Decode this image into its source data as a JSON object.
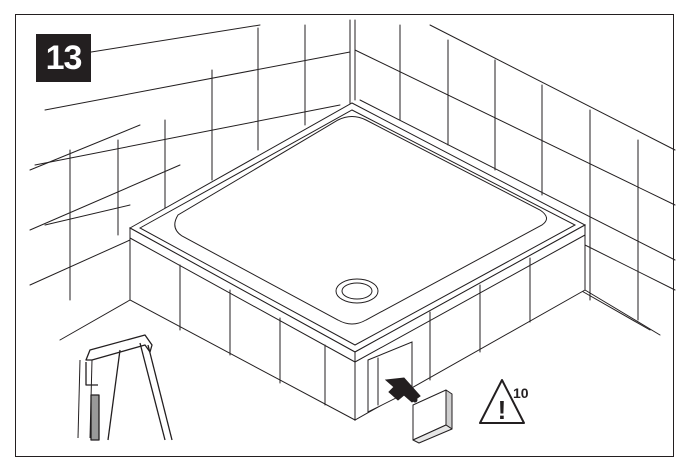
{
  "step": {
    "number": "13"
  },
  "warning": {
    "symbol": "!",
    "reference": "10"
  },
  "icons": {
    "badge": "step-number-badge",
    "warning": "warning-triangle-icon",
    "arrow": "insert-arrow-icon",
    "panel": "access-panel-icon",
    "detail": "edge-profile-detail"
  },
  "colors": {
    "ink": "#231f20",
    "paper": "#ffffff",
    "fill": "#eeeeee",
    "arrow": "#231f20"
  }
}
